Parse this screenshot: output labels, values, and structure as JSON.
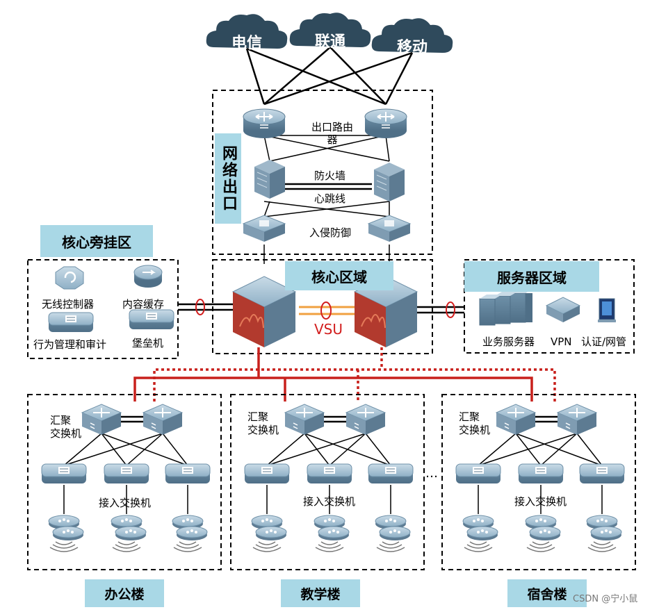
{
  "carriers": [
    "电信",
    "联通",
    "移动"
  ],
  "exit": {
    "vertical_label": "网络出口",
    "router_label": "出口路由器",
    "firewall_label": "防火墙",
    "heartbeat_label": "心跳线",
    "ips_label": "入侵防御"
  },
  "core": {
    "title": "核心区域",
    "vsu_label": "VSU"
  },
  "bypass": {
    "title": "核心旁挂区",
    "items": [
      "无线控制器",
      "内容缓存",
      "行为管理和审计",
      "堡垒机"
    ]
  },
  "server": {
    "title": "服务器区域",
    "items": [
      "业务服务器",
      "VPN",
      "认证/网管"
    ]
  },
  "buildings": [
    {
      "name": "办公楼",
      "agg_label": "汇聚\n交换机",
      "access_label": "接入交换机"
    },
    {
      "name": "教学楼",
      "agg_label": "汇聚\n交换机",
      "access_label": "接入交换机"
    },
    {
      "name": "宿舍楼",
      "agg_label": "汇聚\n交换机",
      "access_label": "接入交换机"
    }
  ],
  "ellipsis": "…",
  "watermark": "CSDN @宁小鼠",
  "colors": {
    "label_bg": "#a9d8e6",
    "cloud": "#2f4a5c",
    "device": "#7fa3bb",
    "firewall_red": "#b23a2e",
    "uplink_red": "#c8201c",
    "orange": "#f0a040"
  }
}
